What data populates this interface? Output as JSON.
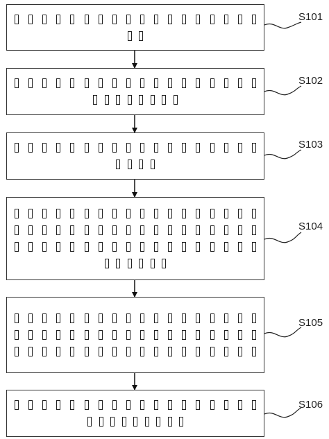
{
  "steps": [
    {
      "label": "S101",
      "rows": [
        18,
        2
      ]
    },
    {
      "label": "S102",
      "rows": [
        18,
        8
      ]
    },
    {
      "label": "S103",
      "rows": [
        18,
        4
      ]
    },
    {
      "label": "S104",
      "rows": [
        18,
        18,
        18,
        6
      ]
    },
    {
      "label": "S105",
      "rows": [
        18,
        18,
        18
      ]
    },
    {
      "label": "S106",
      "rows": [
        18,
        9
      ]
    }
  ]
}
